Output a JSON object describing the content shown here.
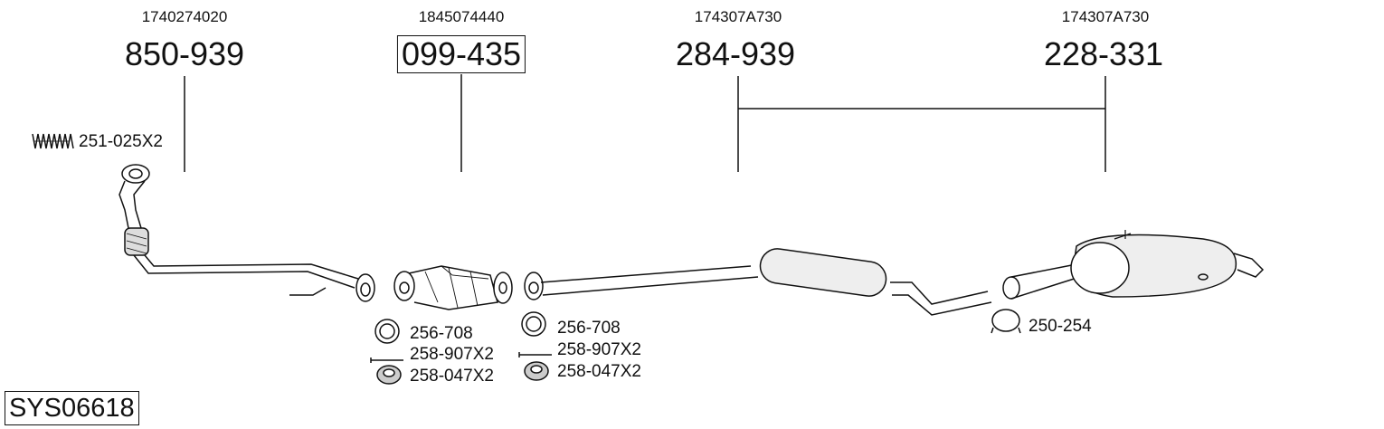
{
  "system_code": "SYS06618",
  "parts": [
    {
      "oe": "1740274020",
      "number": "850-939"
    },
    {
      "oe": "1845074440",
      "number": "099-435"
    },
    {
      "oe": "174307A730",
      "number": "284-939"
    },
    {
      "oe": "174307A730",
      "number": "228-331"
    }
  ],
  "accessories": {
    "spring": "251-025X2",
    "left_gasket": "256-708",
    "left_bolt": "258-907X2",
    "left_nut": "258-047X2",
    "right_gasket": "256-708",
    "right_bolt": "258-907X2",
    "right_nut": "258-047X2",
    "clamp": "250-254"
  }
}
